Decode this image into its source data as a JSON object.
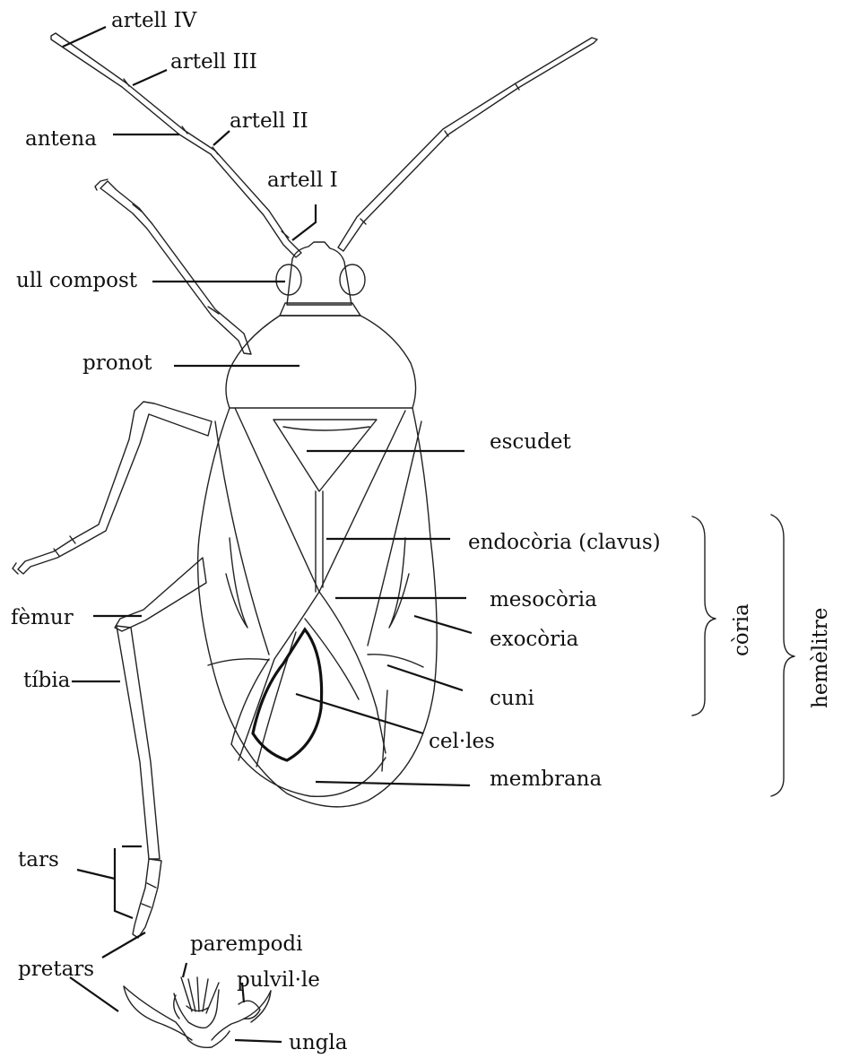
{
  "diagram": {
    "labels": {
      "artell_iv": "artell  IV",
      "artell_iii": "artell  III",
      "artell_ii": "artell  II",
      "artell_i": "artell  I",
      "antena": "antena",
      "ull_compost": "ull compost",
      "pronot": "pronot",
      "escudet": "escudet",
      "endocoria": "endocòria (clavus)",
      "mesocoria": "mesocòria",
      "exocoria": "exocòria",
      "cuni": "cuni",
      "celles": "cel·les",
      "membrana": "membrana",
      "femur": "fèmur",
      "tibia": "tíbia",
      "tars": "tars",
      "pretars": "pretars",
      "parempodi": "parempodi",
      "pulville": "pulvil·le",
      "ungla": "ungla",
      "coria": "còria",
      "hemelitre": "hemèlitre"
    }
  }
}
